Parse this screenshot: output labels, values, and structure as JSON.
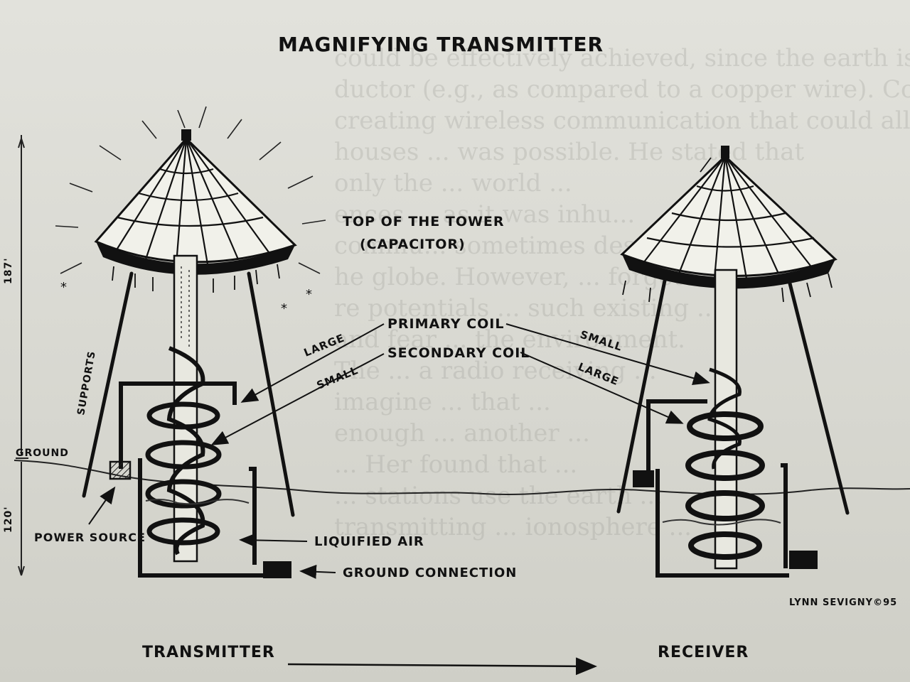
{
  "title": "MAGNIFYING TRANSMITTER",
  "labels": {
    "top_of_tower": "TOP OF THE TOWER",
    "capacitor": "(CAPACITOR)",
    "primary_coil": "PRIMARY COIL",
    "secondary_coil": "SECONDARY COIL",
    "large_left": "LARGE",
    "small_left": "SMALL",
    "small_right": "SMALL",
    "large_right": "LARGE",
    "supports": "SUPPORTS",
    "ground": "GROUND",
    "power_source": "POWER SOURCE",
    "liquified_air": "LIQUIFIED AIR",
    "ground_connection": "GROUND CONNECTION",
    "height_top": "187'",
    "height_bottom": "120'",
    "transmitter": "TRANSMITTER",
    "receiver": "RECEIVER",
    "signature": "LYNN SEVIGNY©95"
  },
  "background_text": [
    "could be effectively achieved, since the earth is not an ideal",
    "ductor (e.g., as compared to a copper wire). Concerning the power",
    "creating wireless communication that could allow the pla",
    "houses ... was possible. He stated that",
    "only the ... world ...",
    "ences ... as it was inhu...",
    "commu... sometimes described",
    "he globe. However, ... forgotten ...",
    "re potentials ... such existing ...",
    "and fear ... the environment.",
    "The ... a radio receiving ...",
    "imagine ... that ...",
    "enough ... another ...",
    "... Her found that ...",
    "... stations use the earth ...",
    "transmitting ... ionosphere ..."
  ],
  "colors": {
    "ink": "#111111",
    "paper": "#dedfd8",
    "ghost_text": "#9b9b95"
  }
}
